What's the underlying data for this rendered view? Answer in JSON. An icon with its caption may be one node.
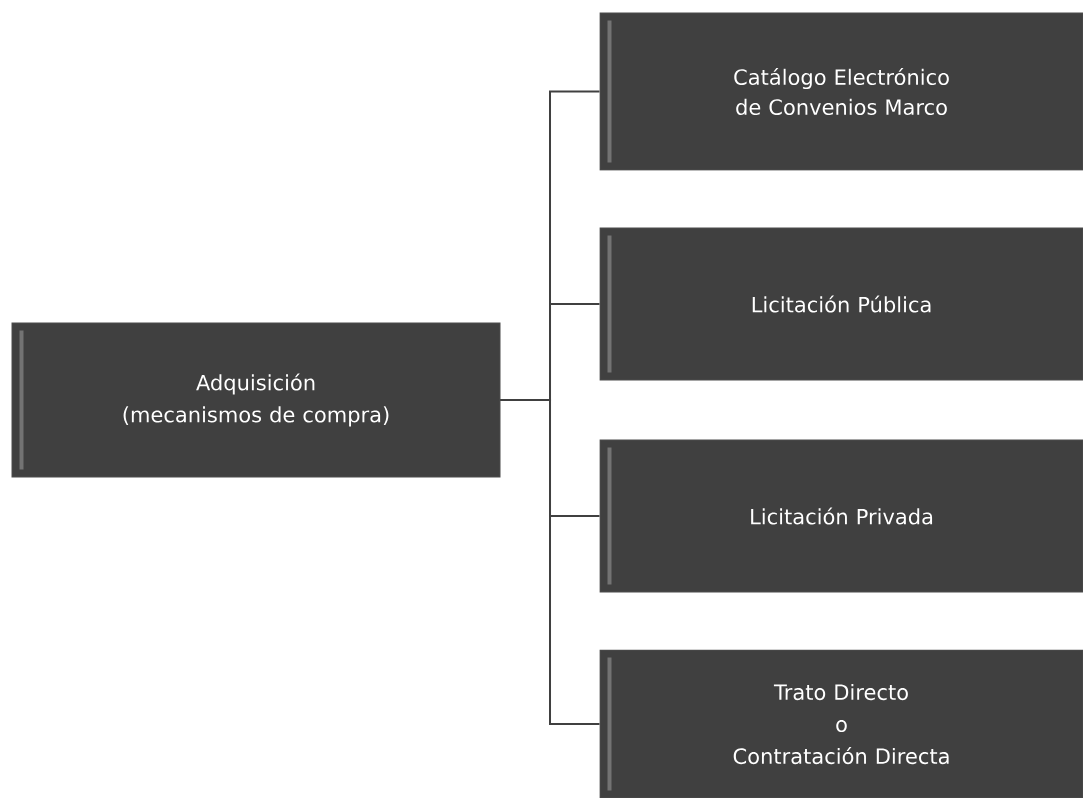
{
  "diagram": {
    "nodes": [
      {
        "text": [
          "Adquisición",
          "(mecanismos de compra)"
        ]
      },
      {
        "text": [
          "Catálogo Electrónico de Convenios Marco"
        ]
      },
      {
        "text": [
          "Licitación Pública"
        ]
      },
      {
        "text": [
          "Licitación Privada"
        ]
      },
      {
        "text": [
          "Trato Directo",
          "o",
          "Contratación Directa"
        ]
      }
    ],
    "edges": [
      {
        "from": 0,
        "to": 1,
        "arrow": "none"
      },
      {
        "from": 0,
        "to": 2,
        "arrow": "none"
      },
      {
        "from": 0,
        "to": 3,
        "arrow": "none"
      },
      {
        "from": 0,
        "to": 4,
        "arrow": "none"
      }
    ]
  }
}
